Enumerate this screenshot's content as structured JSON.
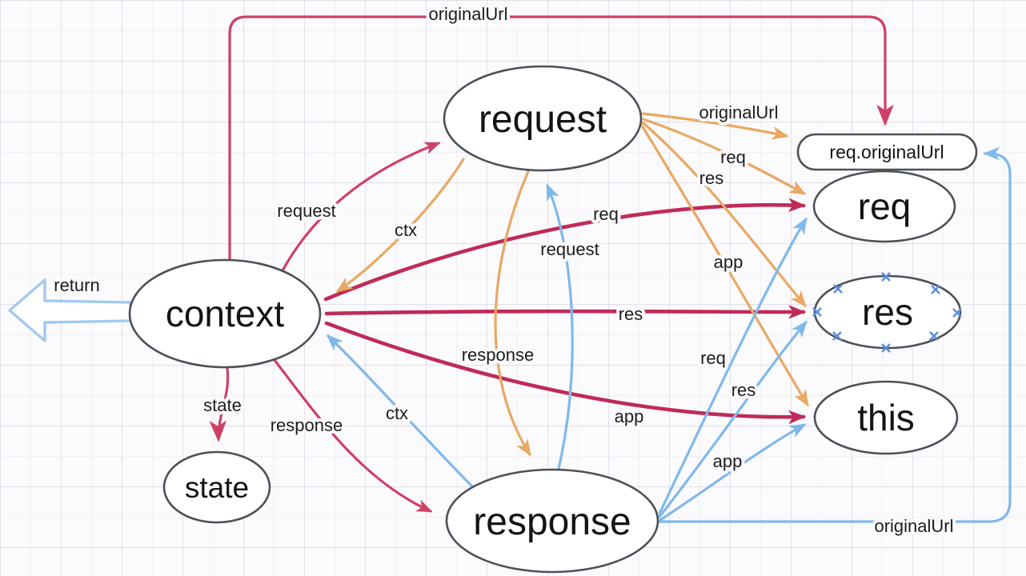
{
  "nodes": {
    "context": {
      "label": "context"
    },
    "request": {
      "label": "request"
    },
    "response": {
      "label": "response"
    },
    "req": {
      "label": "req"
    },
    "res": {
      "label": "res"
    },
    "this": {
      "label": "this"
    },
    "state": {
      "label": "state"
    },
    "req_originalurl": {
      "label": "req.originalUrl"
    }
  },
  "edge_labels": {
    "context_originalurl": "originalUrl",
    "context_request": "request",
    "context_req": "req",
    "context_res": "res",
    "context_app": "app",
    "context_state": "state",
    "context_response": "response",
    "request_ctx": "ctx",
    "request_originalurl": "originalUrl",
    "request_req": "req",
    "request_res": "res",
    "request_app": "app",
    "request_response": "response",
    "response_ctx": "ctx",
    "response_request": "request",
    "response_req": "req",
    "response_res": "res",
    "response_app": "app",
    "response_originalurl": "originalUrl"
  },
  "return_arrow": {
    "label": "return"
  },
  "colors": {
    "red": "#cf4066",
    "red_dark": "#c02a58",
    "orange": "#e8a963",
    "blue": "#7fb9ec",
    "arrow_outline": "#a3c9f0",
    "node_border": "#4c5156",
    "selection": "#5b8fe2",
    "label_text": "#1d1d1f",
    "background": "#fbfafc"
  }
}
